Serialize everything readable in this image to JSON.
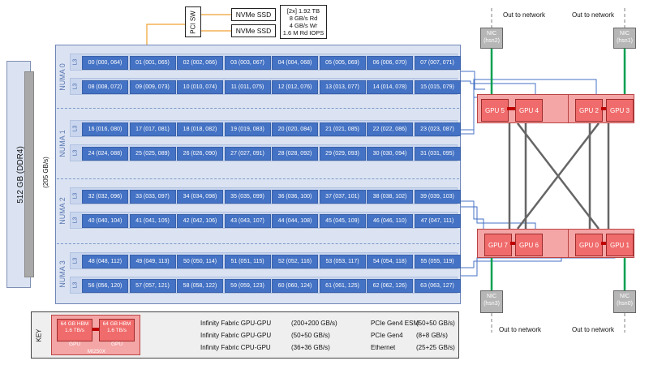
{
  "memory": {
    "label": "512 GB (DDR4)",
    "bandwidth": "(205 GB/s)"
  },
  "pci_switch": "PCI SW",
  "ssd": {
    "labels": [
      "NVMe SSD",
      "NVMe SSD"
    ],
    "info": [
      "[2x] 1.92 TB",
      "8 GB/s Rd",
      "4 GB/s Wr",
      "1.6 M Rd IOPS"
    ]
  },
  "l3_label": "L3",
  "numa": [
    {
      "label": "NUMA 0",
      "ccds": [
        [
          "00 (000, 064)",
          "01 (001, 065)",
          "02 (002, 066)",
          "03 (003, 067)",
          "04 (004, 068)",
          "05 (005, 069)",
          "06 (006, 070)",
          "07 (007, 071)"
        ],
        [
          "08 (008, 072)",
          "09 (009, 073)",
          "10 (010, 074)",
          "11 (011, 075)",
          "12 (012, 076)",
          "13 (013, 077)",
          "14 (014, 078)",
          "15 (015, 079)"
        ]
      ]
    },
    {
      "label": "NUMA 1",
      "ccds": [
        [
          "16 (016, 080)",
          "17 (017, 081)",
          "18 (018, 082)",
          "19 (019, 083)",
          "20 (020, 084)",
          "21 (021, 085)",
          "22 (022, 086)",
          "23 (023, 087)"
        ],
        [
          "24 (024, 088)",
          "25 (025, 089)",
          "26 (026, 090)",
          "27 (027, 091)",
          "28 (028, 092)",
          "29 (029, 093)",
          "30 (030, 094)",
          "31 (031, 095)"
        ]
      ]
    },
    {
      "label": "NUMA 2",
      "ccds": [
        [
          "32 (032, 096)",
          "33 (033, 097)",
          "34 (034, 098)",
          "35 (035, 099)",
          "36 (036, 100)",
          "37 (037, 101)",
          "38 (038, 102)",
          "39 (039, 103)"
        ],
        [
          "40 (040, 104)",
          "41 (041, 105)",
          "42 (042, 106)",
          "43 (043, 107)",
          "44 (044, 108)",
          "45 (045, 109)",
          "46 (046, 110)",
          "47 (047, 111)"
        ]
      ]
    },
    {
      "label": "NUMA 3",
      "ccds": [
        [
          "48 (048, 112)",
          "49 (049, 113)",
          "50 (050, 114)",
          "51 (051, 115)",
          "52 (052, 116)",
          "53 (053, 117)",
          "54 (054, 118)",
          "55 (055, 119)"
        ],
        [
          "56 (056, 120)",
          "57 (057, 121)",
          "58 (058, 122)",
          "59 (059, 123)",
          "60 (060, 124)",
          "61 (061, 125)",
          "62 (062, 126)",
          "63 (063, 127)"
        ]
      ]
    }
  ],
  "gpus": {
    "g5": "GPU 5",
    "g4": "GPU 4",
    "g2": "GPU 2",
    "g3": "GPU 3",
    "g7": "GPU 7",
    "g6": "GPU 6",
    "g0": "GPU 0",
    "g1": "GPU 1"
  },
  "nics": {
    "hsn2": {
      "line1": "NIC",
      "line2": "(hsn2)"
    },
    "hsn1": {
      "line1": "NIC",
      "line2": "(hsn1)"
    },
    "hsn3": {
      "line1": "NIC",
      "line2": "(hsn3)"
    },
    "hsn0": {
      "line1": "NIC",
      "line2": "(hsn0)"
    }
  },
  "out_to_network": "Out to network",
  "key": {
    "title": "KEY",
    "hbm": "64 GB HBM",
    "hbm_bw": "1.6 TB/s",
    "gpu": "GPU",
    "module": "MI250X",
    "rows": [
      {
        "label": "Infinity Fabric GPU-GPU",
        "value": "(200+200 GB/s)",
        "color": "#c00000"
      },
      {
        "label": "Infinity Fabric GPU-GPU",
        "value": "(50+50 GB/s)",
        "color": "#666666"
      },
      {
        "label": "Infinity Fabric CPU-GPU",
        "value": "(36+36 GB/s)",
        "color": "#4472c4"
      }
    ],
    "rows2": [
      {
        "label": "PCIe Gen4 ESM",
        "value": "(50+50 GB/s)",
        "color": "#00a050"
      },
      {
        "label": "PCIe Gen4",
        "value": "(8+8 GB/s)",
        "color": "#f0a030"
      },
      {
        "label": "Ethernet",
        "value": "(25+25 GB/s)",
        "color": "#aaaaaa"
      }
    ]
  }
}
